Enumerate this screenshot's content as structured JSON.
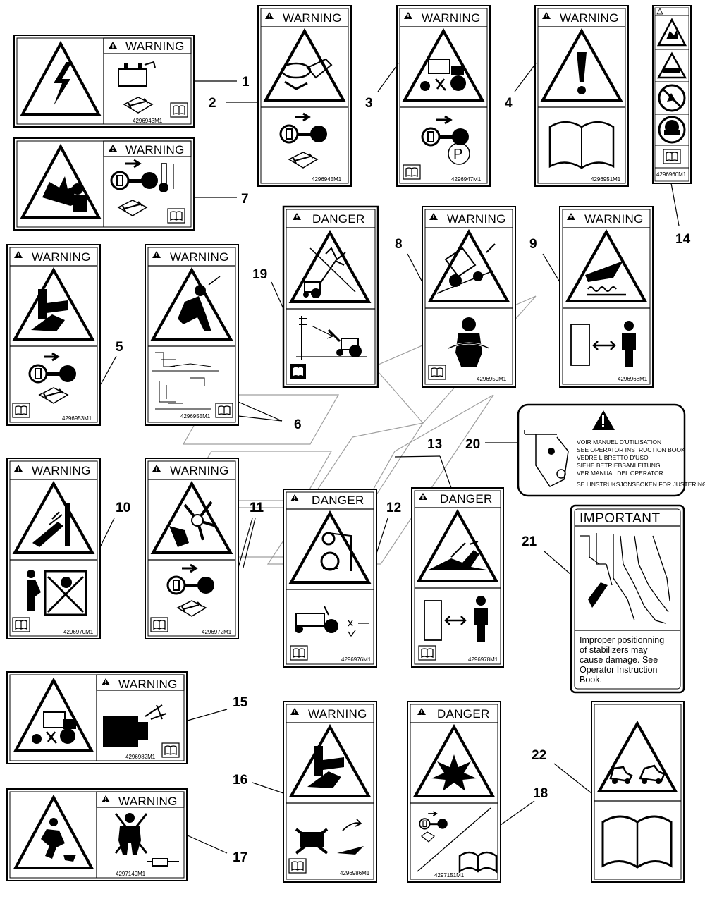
{
  "labels": {
    "warning": "WARNING",
    "danger": "DANGER",
    "important": "IMPORTANT"
  },
  "part_numbers": {
    "d1": "4296943M1",
    "d2": "4296945M1",
    "d3": "4296947M1",
    "d4": "4296951M1",
    "d14": "4296960M1",
    "d5": "4296953M1",
    "d6": "4296955M1",
    "d8": "4296959M1",
    "d9": "4296968M1",
    "d10": "4296970M1",
    "d11": "4296972M1",
    "d12": "4296976M1",
    "d13": "4296978M1",
    "d15": "4296982M1",
    "d16": "4296986M1",
    "d17": "4297149M1",
    "d18": "4297151M1"
  },
  "callouts": [
    "1",
    "2",
    "3",
    "4",
    "5",
    "6",
    "7",
    "8",
    "9",
    "10",
    "11",
    "12",
    "13",
    "14",
    "15",
    "16",
    "17",
    "18",
    "19",
    "20",
    "21",
    "22"
  ],
  "decal20_lines": [
    "VOIR MANUEL D'UTILISATION",
    "SEE OPERATOR INSTRUCTION BOOK",
    "VEDRE LIBRETTO D'USO",
    "SIEHE BETRIEBSANLEITUNG",
    "VER MANUAL DEL OPERATOR",
    "SE I INSTRUKSJONSBOKEN FOR JUSTERING"
  ],
  "decal21_text": [
    "Improper positionning",
    "of stabilizers may",
    "cause damage. See",
    "Operator Instruction",
    "Book."
  ]
}
